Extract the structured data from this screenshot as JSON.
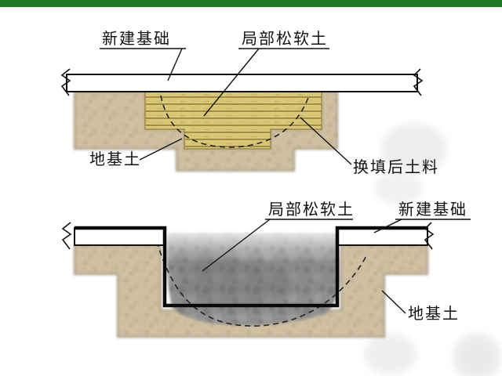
{
  "slide": {
    "accent_bar_color": "#1d7a24",
    "background_color": "#ffffff"
  },
  "colors": {
    "soil": "#cec0a1",
    "soil_speckle": "#b3a27e",
    "soil_edge": "#a2917a",
    "fill": "#d9c878",
    "fill_stripe": "#8d7d38",
    "soft_soil_gray": "#8f8f8f",
    "outline": "#111111"
  },
  "top_diagram": {
    "labels": {
      "new_foundation": "新建基础",
      "local_soft_soil": "局部松软土",
      "base_soil": "地基土",
      "replaced_fill": "换填后土料"
    }
  },
  "bottom_diagram": {
    "labels": {
      "local_soft_soil": "局部松软土",
      "new_foundation": "新建基础",
      "base_soil": "地基土"
    }
  }
}
